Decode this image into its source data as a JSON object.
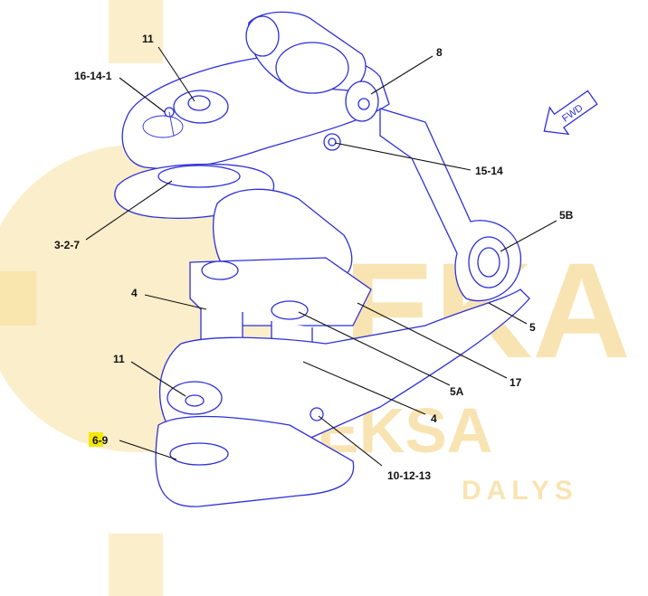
{
  "callouts": [
    {
      "id": "c-11-top",
      "text": "11"
    },
    {
      "id": "c-16-14-1",
      "text": "16-14-1"
    },
    {
      "id": "c-8",
      "text": "8"
    },
    {
      "id": "c-15-14",
      "text": "15-14"
    },
    {
      "id": "c-3-2-7",
      "text": "3-2-7"
    },
    {
      "id": "c-5b",
      "text": "5B"
    },
    {
      "id": "c-4-top",
      "text": "4"
    },
    {
      "id": "c-5",
      "text": "5"
    },
    {
      "id": "c-11-bottom",
      "text": "11"
    },
    {
      "id": "c-17",
      "text": "17"
    },
    {
      "id": "c-5a",
      "text": "5A"
    },
    {
      "id": "c-4-bottom",
      "text": "4"
    },
    {
      "id": "c-6-9",
      "text": "6-9"
    },
    {
      "id": "c-10-12-13",
      "text": "10-12-13"
    }
  ],
  "direction_arrow": {
    "label": "FWD",
    "icon": "fwd-arrow-icon"
  },
  "watermark": {
    "line1": "EKA",
    "line2": "EKSA",
    "line3": "DALYS"
  },
  "colors": {
    "linework": "#2d2fd8",
    "highlight": "#f5e800",
    "watermark": "#f3cf75"
  }
}
